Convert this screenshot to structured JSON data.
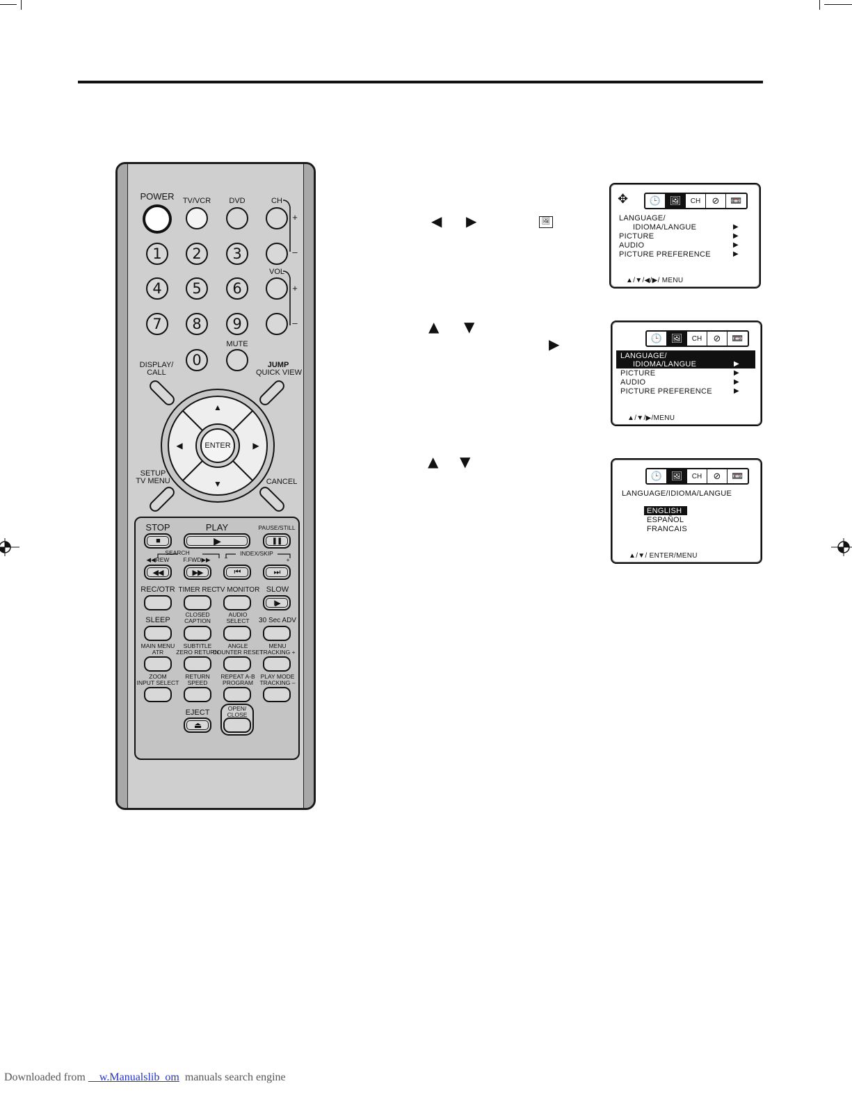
{
  "remote": {
    "top_labels": {
      "power": "POWER",
      "tvvcr": "TV/VCR",
      "dvd": "DVD",
      "ch": "CH",
      "vol": "VOL",
      "mute": "MUTE",
      "plus": "+",
      "minus": "–"
    },
    "numbers": [
      "1",
      "2",
      "3",
      "4",
      "5",
      "6",
      "7",
      "8",
      "9",
      "0"
    ],
    "mid_labels": {
      "display": "DISPLAY/\nCALL",
      "jump": "JUMP",
      "quick_view": "QUICK VIEW",
      "setup": "SETUP\nTV MENU",
      "cancel": "CANCEL",
      "enter": "ENTER"
    },
    "transport": {
      "stop": "STOP",
      "play": "PLAY",
      "pause": "PAUSE/STILL",
      "search": "SEARCH",
      "rew": "◀◀REW",
      "ffwd": "F.FWD▶▶",
      "index_skip": "INDEX/SKIP",
      "stop_sym": "■",
      "play_sym": "▶",
      "pause_sym": "❚❚",
      "rew_sym": "◀◀",
      "ff_sym": "▶▶",
      "prev_sym": "⏮",
      "next_sym": "⏭"
    },
    "rows": [
      [
        "REC/OTR",
        "TIMER REC",
        "TV MONITOR",
        "SLOW"
      ],
      [
        "SLEEP",
        "CLOSED\nCAPTION",
        "AUDIO\nSELECT",
        "30 Sec ADV"
      ],
      [
        "MAIN MENU\nATR",
        "SUBTITLE\nZERO RETURN",
        "ANGLE\nCOUNTER RESET",
        "MENU\nTRACKING +"
      ],
      [
        "ZOOM\nINPUT SELECT",
        "RETURN\nSPEED",
        "REPEAT A-B\nPROGRAM",
        "PLAY MODE\nTRACKING –"
      ]
    ],
    "slow_sym": "I▶",
    "eject": "EJECT",
    "eject_sym": "⏏",
    "open_close": "OPEN/\nCLOSE"
  },
  "instructions": {
    "step1": {
      "left": "◀",
      "right": "▶",
      "icon": "🖼"
    },
    "step2": {
      "up": "▲",
      "down": "▼",
      "right": "▶"
    },
    "step3": {
      "up": "▲",
      "down": "▼"
    }
  },
  "screen1": {
    "nav_icon": "✥",
    "icons": [
      "🕒",
      "🖼",
      "CH",
      "⊘",
      "📼"
    ],
    "items": [
      "LANGUAGE/",
      "IDIOMA/LANGUE",
      "PICTURE",
      "AUDIO",
      "PICTURE  PREFERENCE"
    ],
    "arrow": "▶",
    "hint": "▲/▼/◀/▶/ MENU"
  },
  "screen2": {
    "icons": [
      "🕒",
      "🖼",
      "CH",
      "⊘",
      "📼"
    ],
    "items": [
      "LANGUAGE/",
      "IDIOMA/LANGUE",
      "PICTURE",
      "AUDIO",
      "PICTURE  PREFERENCE"
    ],
    "arrow": "▶",
    "hint": "▲/▼/▶/MENU"
  },
  "screen3": {
    "icons": [
      "🕒",
      "🖼",
      "CH",
      "⊘",
      "📼"
    ],
    "title": "LANGUAGE/IDIOMA/LANGUE",
    "options": [
      "ENGLISH",
      "ESPAÑOL",
      "FRANCAIS"
    ],
    "hint": "▲/▼/ ENTER/MENU"
  },
  "footer": {
    "prefix": "Downloaded from ",
    "link": "    w.Manualslib  om",
    "suffix": "  manuals search engine"
  }
}
